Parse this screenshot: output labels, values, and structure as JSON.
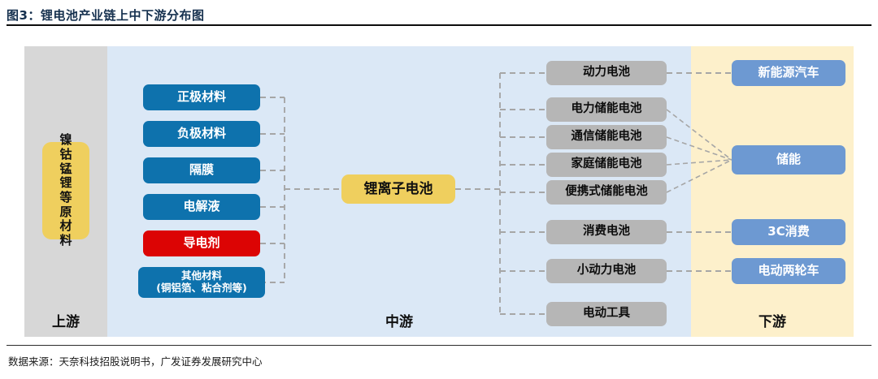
{
  "figure": {
    "title": "图3：锂电池产业链上中下游分布图",
    "source": "数据来源：天奈科技招股说明书，广发证券发展研究中心"
  },
  "bands": {
    "upstream_label": "上游",
    "midstream_label": "中游",
    "downstream_label": "下游"
  },
  "colors": {
    "upstream_band": "#d7d7d7",
    "midstream_band": "#dbe8f6",
    "downstream_band": "#fdf0cb",
    "material_blue": "#0e72ad",
    "highlight_red": "#dc0404",
    "core_yellow": "#efcf5e",
    "battery_gray": "#b6b6b6",
    "application_blue": "#6d99d2",
    "connector_gray": "#a6a6a6",
    "title_navy": "#15304e"
  },
  "upstream": {
    "raw_material": {
      "label": "镍钴锰锂等原材料",
      "line1": "镍钴",
      "line2": "锰锂",
      "line3": "等原",
      "line4": "材料"
    }
  },
  "midstream": {
    "materials": [
      {
        "label": "正极材料",
        "color": "#0e72ad",
        "highlighted": false
      },
      {
        "label": "负极材料",
        "color": "#0e72ad",
        "highlighted": false
      },
      {
        "label": "隔膜",
        "color": "#0e72ad",
        "highlighted": false
      },
      {
        "label": "电解液",
        "color": "#0e72ad",
        "highlighted": false
      },
      {
        "label": "导电剂",
        "color": "#dc0404",
        "highlighted": true
      },
      {
        "label": "其他材料",
        "sublabel": "(铜铝箔、粘合剂等)",
        "color": "#0e72ad",
        "highlighted": false
      }
    ],
    "core": {
      "label": "锂离子电池"
    },
    "battery_types": [
      {
        "label": "动力电池"
      },
      {
        "label": "电力储能电池"
      },
      {
        "label": "通信储能电池"
      },
      {
        "label": "家庭储能电池"
      },
      {
        "label": "便携式储能电池"
      },
      {
        "label": "消费电池"
      },
      {
        "label": "小动力电池"
      },
      {
        "label": "电动工具"
      }
    ]
  },
  "downstream": {
    "applications": [
      {
        "label": "新能源汽车"
      },
      {
        "label": "储能"
      },
      {
        "label": "3C消费"
      },
      {
        "label": "电动两轮车"
      }
    ]
  },
  "links": {
    "materials_to_core": "六种材料汇总后连接锂离子电池",
    "core_to_batteries": "锂离子电池分配至八类电池",
    "battery_to_application": [
      {
        "from": "动力电池",
        "to": "新能源汽车"
      },
      {
        "from": "电力储能电池",
        "to": "储能"
      },
      {
        "from": "通信储能电池",
        "to": "储能"
      },
      {
        "from": "家庭储能电池",
        "to": "储能"
      },
      {
        "from": "便携式储能电池",
        "to": "储能"
      },
      {
        "from": "消费电池",
        "to": "3C消费"
      },
      {
        "from": "小动力电池",
        "to": "电动两轮车"
      }
    ]
  }
}
